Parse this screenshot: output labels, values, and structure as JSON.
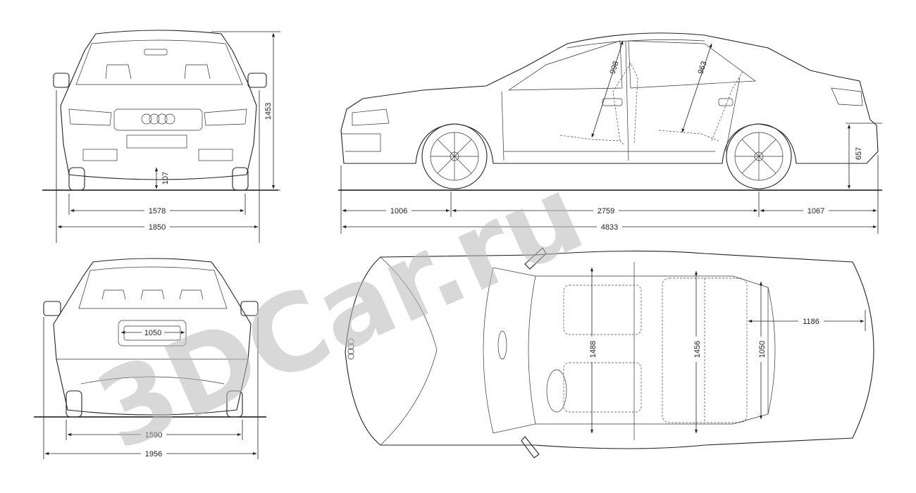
{
  "watermark": "3DCar.ru",
  "front_view": {
    "height": "1453",
    "ground_clearance": "107",
    "track": "1578",
    "width": "1850"
  },
  "side_view": {
    "front_overhang": "1006",
    "wheelbase": "2759",
    "rear_overhang": "1067",
    "length": "4833",
    "front_headroom": "998",
    "rear_headroom": "963",
    "sill_height": "657"
  },
  "rear_view": {
    "plate_width": "1050",
    "track": "1590",
    "width_with_mirrors": "1956"
  },
  "top_view": {
    "front_shoulder_width": "1488",
    "rear_shoulder_width": "1456",
    "trunk_width": "1050",
    "trunk_length": "1186"
  },
  "colors": {
    "line": "#222222",
    "watermark": "#b9b9b9",
    "background": "#ffffff"
  }
}
